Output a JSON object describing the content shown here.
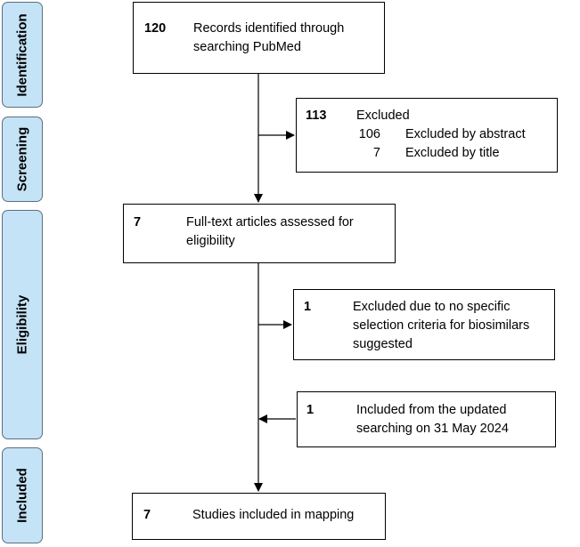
{
  "stages": [
    {
      "label": "Identification"
    },
    {
      "label": "Screening"
    },
    {
      "label": "Eligibility"
    },
    {
      "label": "Included"
    }
  ],
  "boxes": {
    "identified": {
      "count": "120",
      "text_line1": "Records identified through",
      "text_line2": "searching PubMed"
    },
    "excluded_screening": {
      "count": "113",
      "text": "Excluded",
      "sub": [
        {
          "count": "106",
          "text": "Excluded by abstract"
        },
        {
          "count": "7",
          "text": "Excluded by title"
        }
      ]
    },
    "fulltext": {
      "count": "7",
      "text_line1": "Full-text articles assessed for",
      "text_line2": "eligibility"
    },
    "excluded_eligibility": {
      "count": "1",
      "text_line1": "Excluded due to no specific",
      "text_line2": "selection criteria for biosimilars",
      "text_line3": "suggested"
    },
    "included_update": {
      "count": "1",
      "text_line1": "Included from the updated",
      "text_line2": "searching on 31 May 2024"
    },
    "included_final": {
      "count": "7",
      "text": "Studies included in mapping"
    }
  }
}
